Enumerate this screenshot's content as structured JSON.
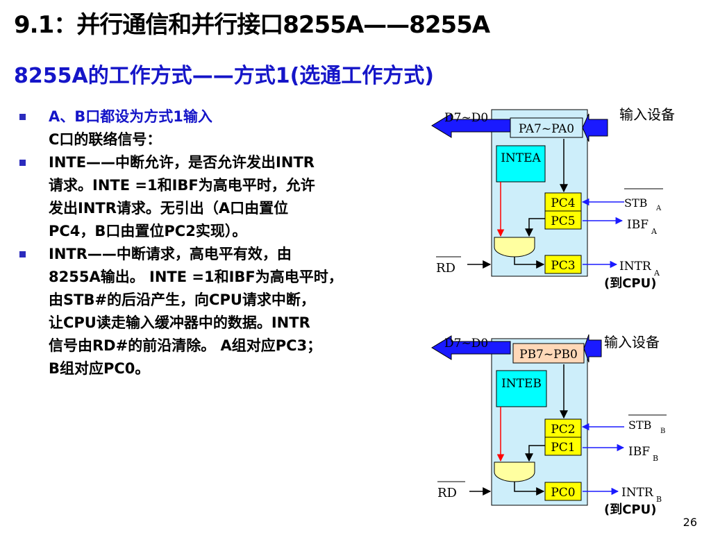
{
  "title": "9.1：并行通信和并行接口8255A——8255A",
  "subtitle": "8255A的工作方式——方式1(选通工作方式)",
  "bullets": {
    "b1": "A、B口都设为方式1输入",
    "b1_sub": "C口的联络信号：",
    "b2_lines": [
      "INTE——中断允许，是否允许发出INTR",
      "请求。INTE =1和IBF为高电平时，允许",
      "发出INTR请求。无引出（A口由置位",
      "PC4，B口由置位PC2实现）。"
    ],
    "b3_lines": [
      "INTR——中断请求，高电平有效，由",
      "8255A输出。 INTE =1和IBF为高电平时，",
      "由STB#的后沿产生，向CPU请求中断，",
      "让CPU读走输入缓冲器中的数据。INTR",
      "信号由RD#的前沿清除。 A组对应PC3；",
      "B组对应PC0。"
    ]
  },
  "diagram_a": {
    "input_device": "输入设备",
    "bus": "D7~D0",
    "port": "PA7~PA0",
    "inte": "INTEA",
    "pc_upper": "PC4",
    "pc_mid": "PC5",
    "pc_low": "PC3",
    "stb": "STB",
    "stb_sub": "A",
    "ibf": "IBF",
    "ibf_sub": "A",
    "intr": "INTR",
    "intr_sub": "A",
    "rd": "RD",
    "to_cpu": "(到CPU)"
  },
  "diagram_b": {
    "input_device": "输入设备",
    "bus": "D7~D0",
    "port": "PB7~PB0",
    "inte": "INTEB",
    "pc_upper": "PC2",
    "pc_mid": "PC1",
    "pc_low": "PC0",
    "stb": "STB",
    "stb_sub": "B",
    "ibf": "IBF",
    "ibf_sub": "B",
    "intr": "INTR",
    "intr_sub": "B",
    "rd": "RD",
    "to_cpu": "(到CPU)"
  },
  "page_number": "26",
  "colors": {
    "title_blue": "#1515c8",
    "panel": "#cdeefa",
    "port_a": "#cdeefa",
    "port_b": "#ffd8b8",
    "inte": "#00ffff",
    "pc": "#ffff00",
    "gate": "#ffffa0",
    "arrow_blue": "#1a1aff",
    "arrow_red": "#ff0000"
  }
}
